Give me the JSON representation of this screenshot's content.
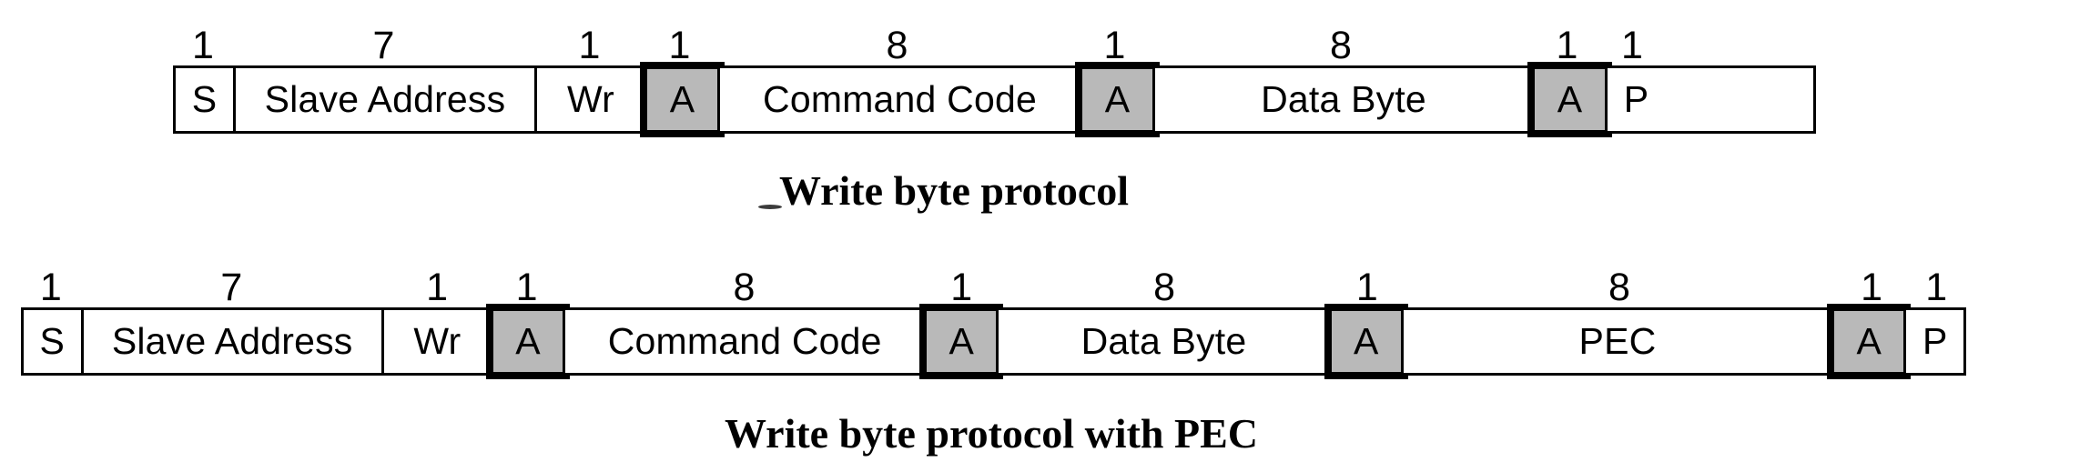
{
  "figure": {
    "title": "SMBus write byte protocol diagrams",
    "background_color": "#ffffff",
    "line_color": "#000000",
    "ack_fill_color": "#b9b9b9"
  },
  "diagrams": [
    {
      "id": "write-byte-protocol",
      "caption": "Write byte protocol",
      "fields": [
        {
          "label": "S",
          "bits": "1",
          "style": "plain"
        },
        {
          "label": "Slave Address",
          "bits": "7",
          "style": "plain"
        },
        {
          "label": "Wr",
          "bits": "1",
          "style": "plain"
        },
        {
          "label": "A",
          "bits": "1",
          "style": "ack"
        },
        {
          "label": "Command Code",
          "bits": "8",
          "style": "plain"
        },
        {
          "label": "A",
          "bits": "1",
          "style": "ack"
        },
        {
          "label": "Data Byte",
          "bits": "8",
          "style": "plain"
        },
        {
          "label": "A",
          "bits": "1",
          "style": "ack"
        },
        {
          "label": "P",
          "bits": "1",
          "style": "plain"
        }
      ]
    },
    {
      "id": "write-byte-protocol-with-pec",
      "caption": "Write byte protocol with PEC",
      "fields": [
        {
          "label": "S",
          "bits": "1",
          "style": "plain"
        },
        {
          "label": "Slave Address",
          "bits": "7",
          "style": "plain"
        },
        {
          "label": "Wr",
          "bits": "1",
          "style": "plain"
        },
        {
          "label": "A",
          "bits": "1",
          "style": "ack"
        },
        {
          "label": "Command Code",
          "bits": "8",
          "style": "plain"
        },
        {
          "label": "A",
          "bits": "1",
          "style": "ack"
        },
        {
          "label": "Data Byte",
          "bits": "8",
          "style": "plain"
        },
        {
          "label": "A",
          "bits": "1",
          "style": "ack"
        },
        {
          "label": "PEC",
          "bits": "8",
          "style": "plain"
        },
        {
          "label": "A",
          "bits": "1",
          "style": "ack"
        },
        {
          "label": "P",
          "bits": "1",
          "style": "plain"
        }
      ]
    }
  ]
}
